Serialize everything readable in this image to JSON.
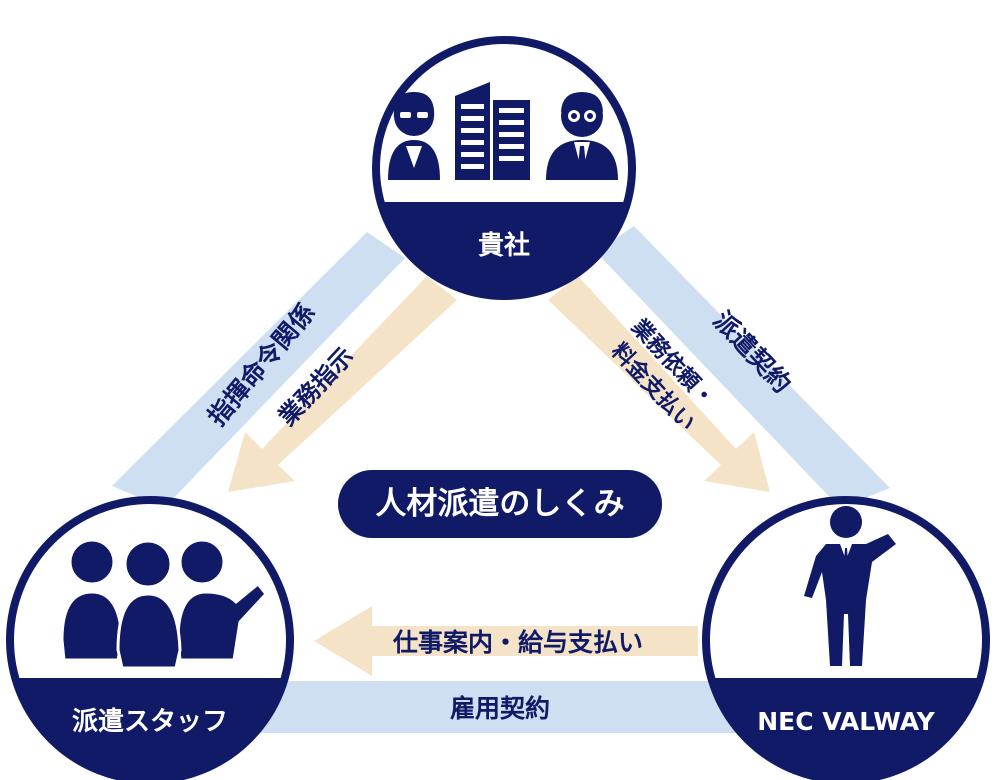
{
  "colors": {
    "navy": "#101a66",
    "band_blue": "#cfdff2",
    "arrow_beige": "#f5e3c8",
    "white": "#ffffff"
  },
  "center": {
    "title": "人材派遣のしくみ"
  },
  "nodes": {
    "client": {
      "label": "貴社",
      "icons": [
        "businesswoman-icon",
        "office-building-icon",
        "businessman-icon"
      ]
    },
    "staff": {
      "label": "派遣スタッフ",
      "icons": [
        "staff-group-icon"
      ]
    },
    "agency": {
      "label": "NEC VALWAY",
      "icons": [
        "presenter-icon"
      ]
    }
  },
  "relations": {
    "command": "指揮命令関係",
    "dispatch_contract": "派遣契約",
    "employment_contract": "雇用契約"
  },
  "flows": {
    "work_instruction": "業務指示",
    "work_request_line1": "業務依頼・",
    "work_request_line2": "料金支払い",
    "job_info_salary": "仕事案内・給与支払い"
  }
}
